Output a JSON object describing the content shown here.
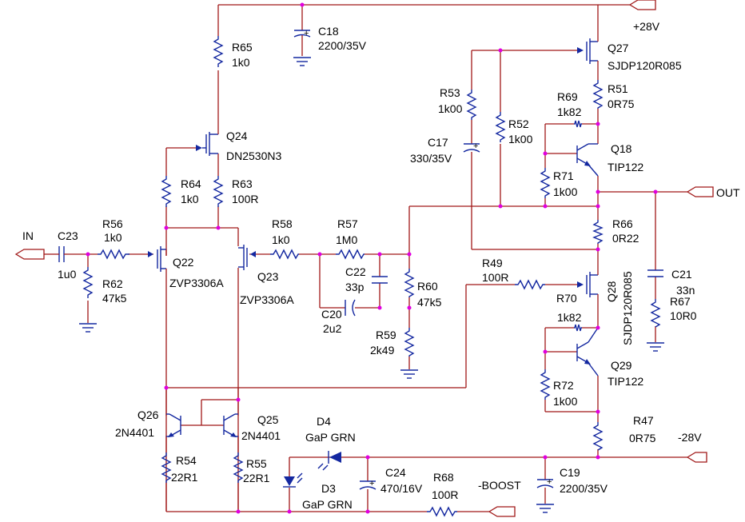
{
  "labels": {
    "R65": "R65",
    "R65_val": "1k0",
    "C18": "C18",
    "C18_val": "2200/35V",
    "Q24": "Q24",
    "Q24_part": "DN2530N3",
    "R64": "R64",
    "R64_val": "1k0",
    "R63": "R63",
    "R63_val": "100R",
    "IN": "IN",
    "C23": "C23",
    "C23_val": "1u0",
    "R56": "R56",
    "R56_val": "1k0",
    "R62": "R62",
    "R62_val": "47k5",
    "Q22": "Q22",
    "Q22_part": "ZVP3306A",
    "Q23": "Q23",
    "Q23_part": "ZVP3306A",
    "R58": "R58",
    "R58_val": "1k0",
    "R57": "R57",
    "R57_val": "1M0",
    "C22": "C22",
    "C22_val": "33p",
    "C20": "C20",
    "C20_val": "2u2",
    "R60": "R60",
    "R60_val": "47k5",
    "R59": "R59",
    "R59_val": "2k49",
    "R53": "R53",
    "R53_val": "1k00",
    "R52": "R52",
    "R52_val": "1k00",
    "C17": "C17",
    "C17_val": "330/35V",
    "Q27": "Q27",
    "Q27_part": "SJDP120R085",
    "plus28": "+28V",
    "R51": "R51",
    "R51_val": "0R75",
    "R69": "R69",
    "R69_val": "1k82",
    "Q18": "Q18",
    "Q18_part": "TIP122",
    "R71": "R71",
    "R71_val": "1k00",
    "OUT": "OUT",
    "R66": "R66",
    "R66_val": "0R22",
    "R49": "R49",
    "R49_val": "100R",
    "Q28": "Q28",
    "Q28_part": "SJDP120R085",
    "R70": "R70",
    "R70_val": "1k82",
    "C21": "C21",
    "C21_val": "33n",
    "R67": "R67",
    "R67_val": "10R0",
    "Q29": "Q29",
    "Q29_part": "TIP122",
    "R72": "R72",
    "R72_val": "1k00",
    "R47": "R47",
    "R47_val": "0R75",
    "minus28": "-28V",
    "Q26": "Q26",
    "Q26_part": "2N4401",
    "Q25": "Q25",
    "Q25_part": "2N4401",
    "D4": "D4",
    "D4_part": "GaP GRN",
    "D3": "D3",
    "D3_part": "GaP GRN",
    "R54": "R54",
    "R54_val": "22R1",
    "R55": "R55",
    "R55_val": "22R1",
    "C24": "C24",
    "C24_val": "470/16V",
    "R68": "R68",
    "R68_val": "100R",
    "C19": "C19",
    "C19_val": "2200/35V",
    "BOOST": "-BOOST",
    "plus_sign": "+"
  },
  "colors": {
    "wire": "#a01818",
    "part": "#1428a0",
    "junction": "#e000e0",
    "text": "#000000"
  }
}
